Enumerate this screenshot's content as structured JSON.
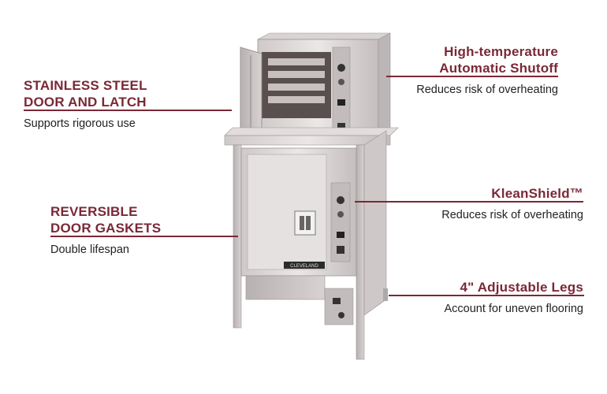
{
  "accent_color": "#7a2836",
  "product_image": {
    "icon": "steamer-cabinet-illustration",
    "brand_plate": "CLEVELAND"
  },
  "callouts": [
    {
      "id": "door-latch",
      "title_lines": [
        "STAINLESS STEEL",
        "DOOR AND LATCH"
      ],
      "description": "Supports rigorous use"
    },
    {
      "id": "gaskets",
      "title_lines": [
        "REVERSIBLE",
        "DOOR GASKETS"
      ],
      "description": "Double lifespan"
    },
    {
      "id": "shutoff",
      "title_lines": [
        "High-temperature",
        "Automatic Shutoff"
      ],
      "description": "Reduces risk of overheating"
    },
    {
      "id": "kleanshield",
      "title_lines": [
        "KleanShield™"
      ],
      "description": "Reduces risk of overheating"
    },
    {
      "id": "legs",
      "title_lines": [
        "4\" Adjustable Legs"
      ],
      "description": "Account for uneven flooring"
    }
  ]
}
